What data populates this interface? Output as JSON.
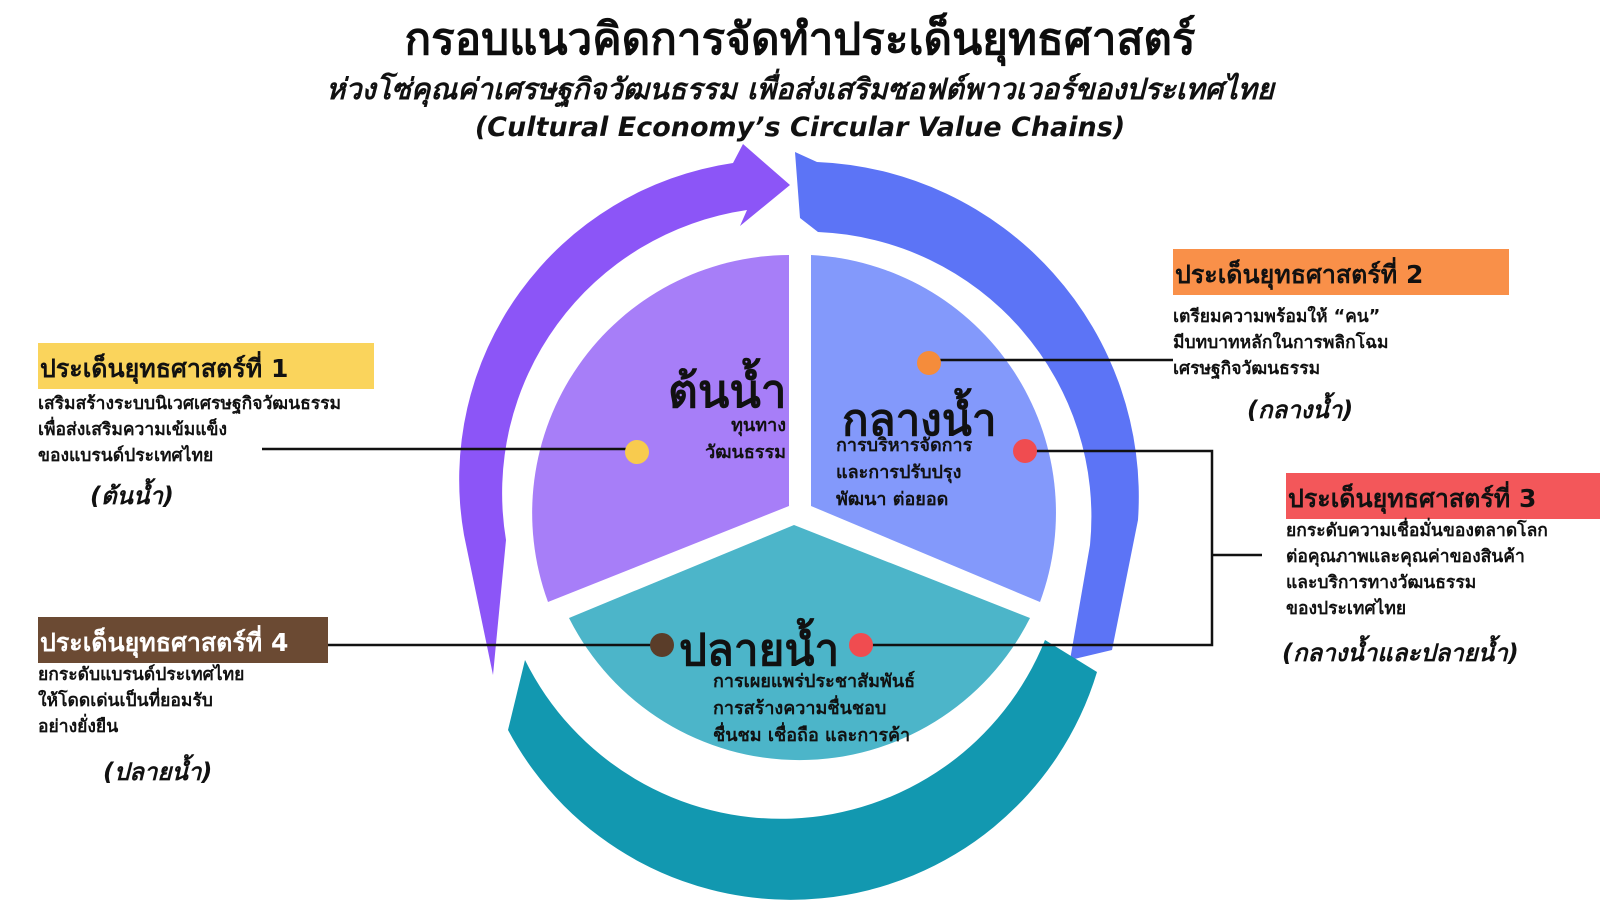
{
  "header": {
    "title": "กรอบแนวคิดการจัดทำประเด็นยุทธศาสตร์",
    "subtitle": "ห่วงโซ่คุณค่าเศรษฐกิจวัฒนธรรม เพื่อส่งเสริมซอฟต์พาวเวอร์ของประเทศไทย",
    "subtitle_en": "(Cultural Economy’s Circular Value Chains)"
  },
  "segments": {
    "upstream": {
      "title": "ต้นน้ำ",
      "desc": [
        "ทุนทาง",
        "วัฒนธรรม"
      ],
      "color": "#a77ef8"
    },
    "midstream": {
      "title": "กลางน้ำ",
      "desc": [
        "การบริหารจัดการ",
        "และการปรับปรุง",
        "พัฒนา ต่อยอด"
      ],
      "color": "#8399fb"
    },
    "downstream": {
      "title": "ปลายน้ำ",
      "desc": [
        "การเผยแพร่ประชาสัมพันธ์",
        "การสร้างความชื่นชอบ",
        "ชื่นชม เชื่อถือ และการค้า"
      ],
      "color": "#4cb5c9"
    }
  },
  "ring": {
    "purple": "#8c55f7",
    "blue": "#5c74f6",
    "teal": "#1298b0"
  },
  "callouts": [
    {
      "label": "ประเด็นยุทธศาสตร์ที่ 1",
      "badge_color": "#fad45c",
      "dot_color": "#f8cb4e",
      "lines": [
        "เสริมสร้างระบบนิเวศเศรษฐกิจวัฒนธรรม",
        "เพื่อส่งเสริมความเข้มแข็ง",
        "ของแบรนด์ประเทศไทย"
      ],
      "tag": "(ต้นน้ำ)"
    },
    {
      "label": "ประเด็นยุทธศาสตร์ที่ 2",
      "badge_color": "#f99049",
      "dot_color": "#f58c3b",
      "lines": [
        "เตรียมความพร้อมให้ “คน”",
        "มีบทบาทหลักในการพลิกโฉม",
        "เศรษฐกิจวัฒนธรรม"
      ],
      "tag": "(กลางน้ำ)"
    },
    {
      "label": "ประเด็นยุทธศาสตร์ที่ 3",
      "badge_color": "#f3575a",
      "dot_color": "#f04c50",
      "lines": [
        "ยกระดับความเชื่อมั่นของตลาดโลก",
        "ต่อคุณภาพและคุณค่าของสินค้า",
        "และบริการทางวัฒนธรรม",
        "ของประเทศไทย"
      ],
      "tag": "(กลางน้ำและปลายน้ำ)"
    },
    {
      "label": "ประเด็นยุทธศาสตร์ที่ 4",
      "badge_color": "#6b4a33",
      "dot_color": "#5a3d29",
      "lines": [
        "ยกระดับแบรนด์ประเทศไทย",
        "ให้โดดเด่นเป็นที่ยอมรับ",
        "อย่างยั่งยืน"
      ],
      "tag": "(ปลายน้ำ)"
    }
  ]
}
